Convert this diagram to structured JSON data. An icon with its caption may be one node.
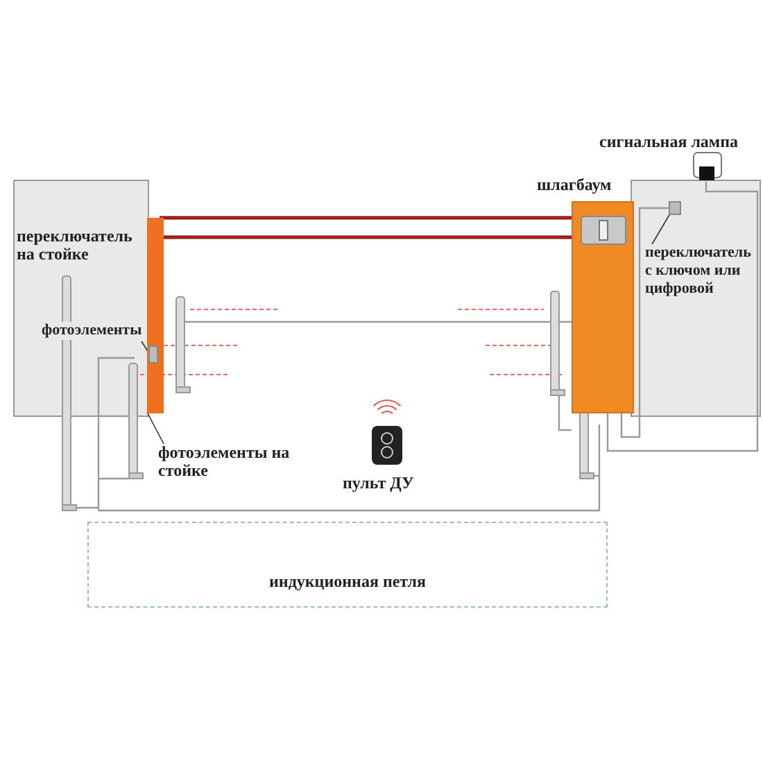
{
  "diagram": {
    "nodes": [
      {
        "text": [
          "фотоэлементы"
        ]
      },
      {
        "text": [],
        "shape": "bar"
      },
      {
        "text": [],
        "shape": "box",
        "in": 1
      },
      {
        "text": [
          "фотоэлементы на стойке"
        ]
      },
      {
        "text": [],
        "shape": "box"
      },
      {
        "text": [
          "переключатель с ключом или цифровой"
        ]
      },
      {
        "text": [],
        "shape": "box"
      },
      {
        "text": [
          "индукционная петля"
        ]
      }
    ],
    "edges": [
      {
        "from": 0,
        "to": 2,
        "arrow": "none"
      },
      {
        "from": 3,
        "to": 1,
        "arrow": "none"
      },
      {
        "from": 5,
        "to": 6,
        "arrow": "none"
      },
      {
        "from": 6,
        "to": 4,
        "arrow": "none",
        "color": "#999999"
      }
    ],
    "labels": [
      "сигнальная лампа",
      "шлагбаум",
      "переключатель на стойке",
      "пульт ДУ"
    ]
  }
}
